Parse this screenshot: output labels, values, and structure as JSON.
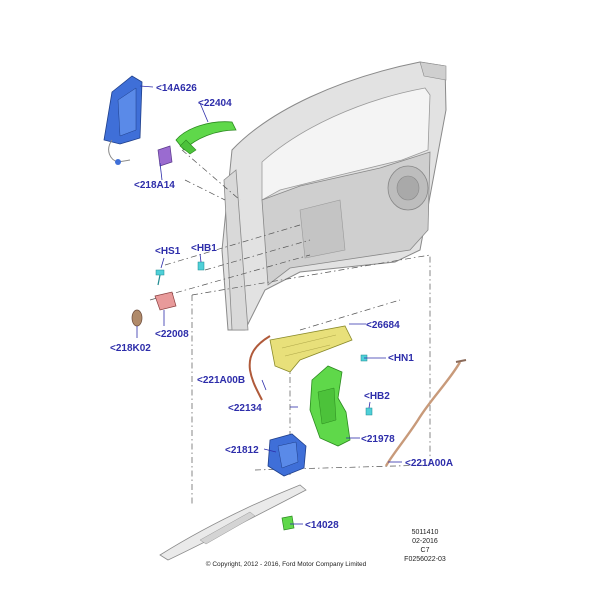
{
  "callouts": {
    "mirror": "14A626",
    "outer_handle": "22404",
    "handle_cap": "218A14",
    "screw_hs1": "HS1",
    "bolt_hb1": "HB1",
    "lock_cylinder": "22008",
    "cylinder_cap": "218K02",
    "window_regulator": "26684",
    "nut_hn1": "HN1",
    "rod_221a00b": "221A00B",
    "bolt_hb2": "HB2",
    "clip_22134": "22134",
    "latch_bracket": "21978",
    "latch": "21812",
    "cable_221a00a": "221A00A",
    "trim_clip": "14028"
  },
  "meta": {
    "line1": "5011410",
    "line2": "02-2016",
    "line3": "C7",
    "line4": "F0256022-03"
  },
  "copyright": "© Copyright, 2012 - 2016, Ford Motor Company Limited",
  "colors": {
    "callout": "#2d2daa",
    "green_part": "#5fd84a",
    "blue_part": "#3f6fd8",
    "yellow_part": "#e8e07a",
    "purple_part": "#9a6bd0",
    "cyan_part": "#4fd0d8",
    "door_gray": "#d6d6d6"
  }
}
